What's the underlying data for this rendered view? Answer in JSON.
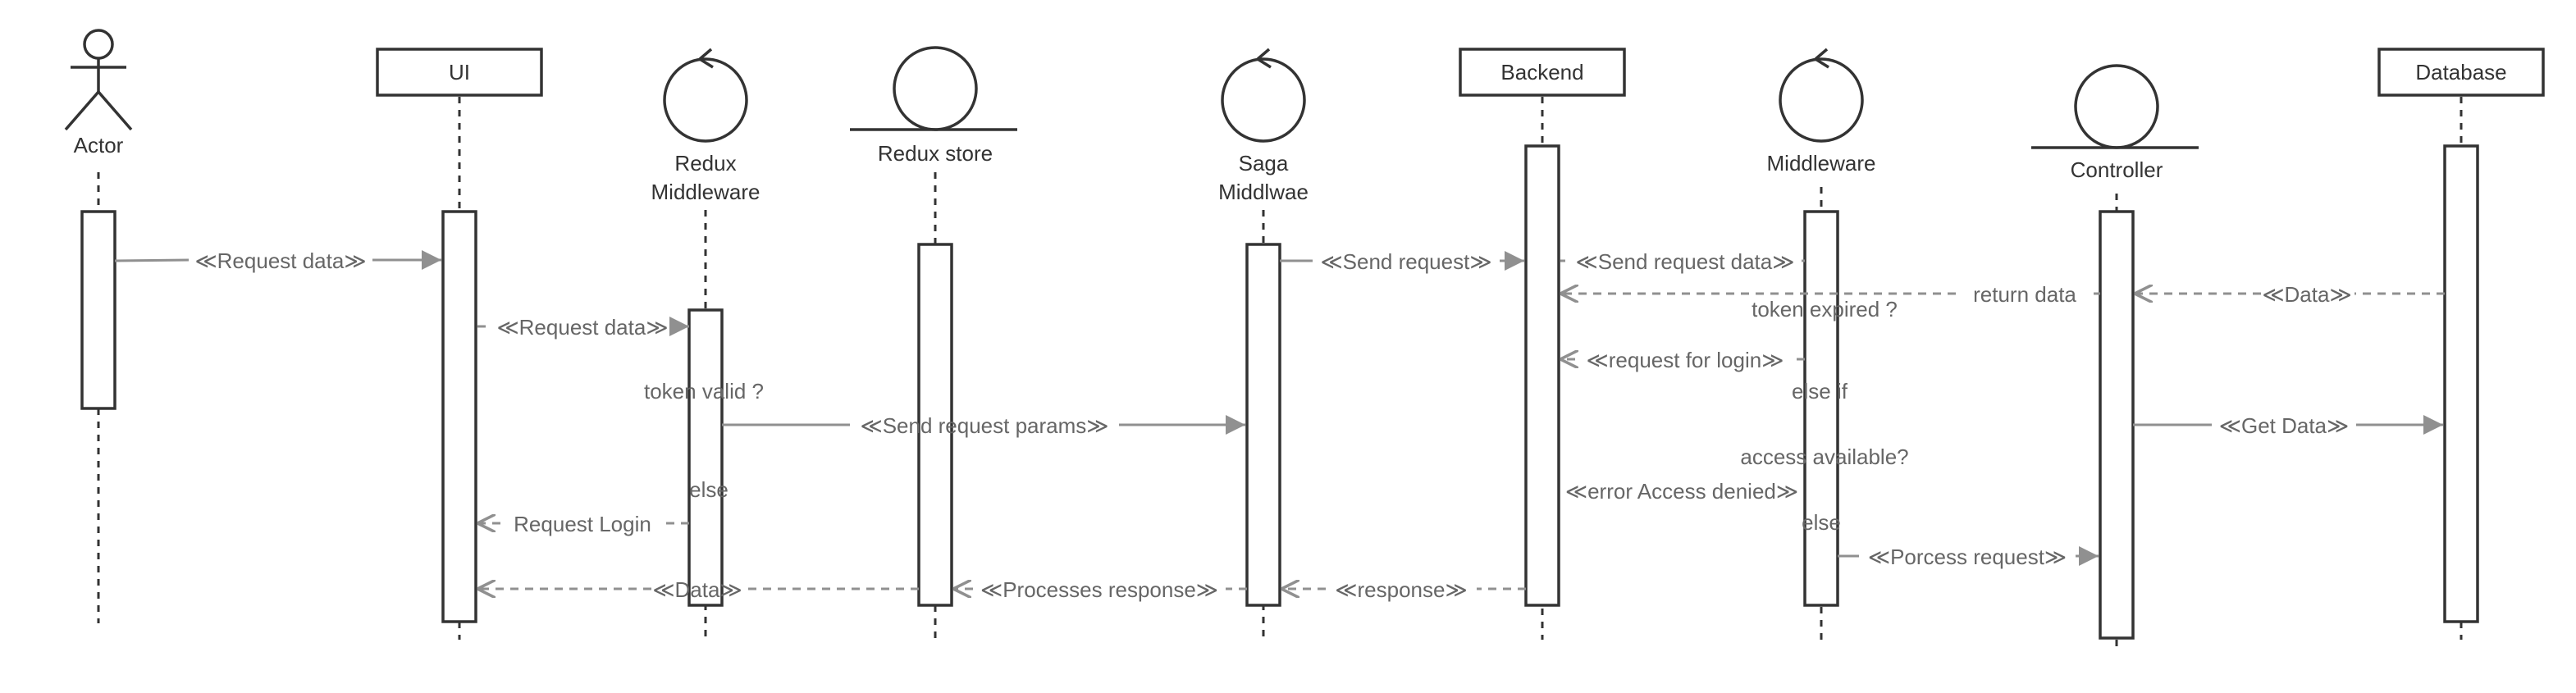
{
  "participants": {
    "actor": "Actor",
    "ui": "UI",
    "redux_middleware": [
      "Redux",
      "Middleware"
    ],
    "redux_store": "Redux store",
    "saga_middleware": [
      "Saga",
      "Middlwae"
    ],
    "backend": "Backend",
    "middleware": "Middleware",
    "controller": "Controller",
    "database": "Database"
  },
  "messages": {
    "request_data_1": "≪Request data≫",
    "request_data_2": "≪Request data≫",
    "send_request_params": "≪Send request params≫",
    "request_login": "Request Login",
    "data_to_ui": "≪Data≫",
    "send_request": "≪Send request≫",
    "processes_response": "≪Processes response≫",
    "response": "≪response≫",
    "send_request_data": "≪Send request data≫",
    "return_data": "return data",
    "db_data": "≪Data≫",
    "request_for_login": "≪request for login≫",
    "error_access_denied": "≪error Access denied≫",
    "get_data": "≪Get Data≫",
    "porcess_request": "≪Porcess request≫"
  },
  "conditions": {
    "token_valid": "token valid ?",
    "else_1": "else",
    "token_expired": "token expired ?",
    "else_if": "else if",
    "access_available": "access available?",
    "else_2": "else"
  }
}
